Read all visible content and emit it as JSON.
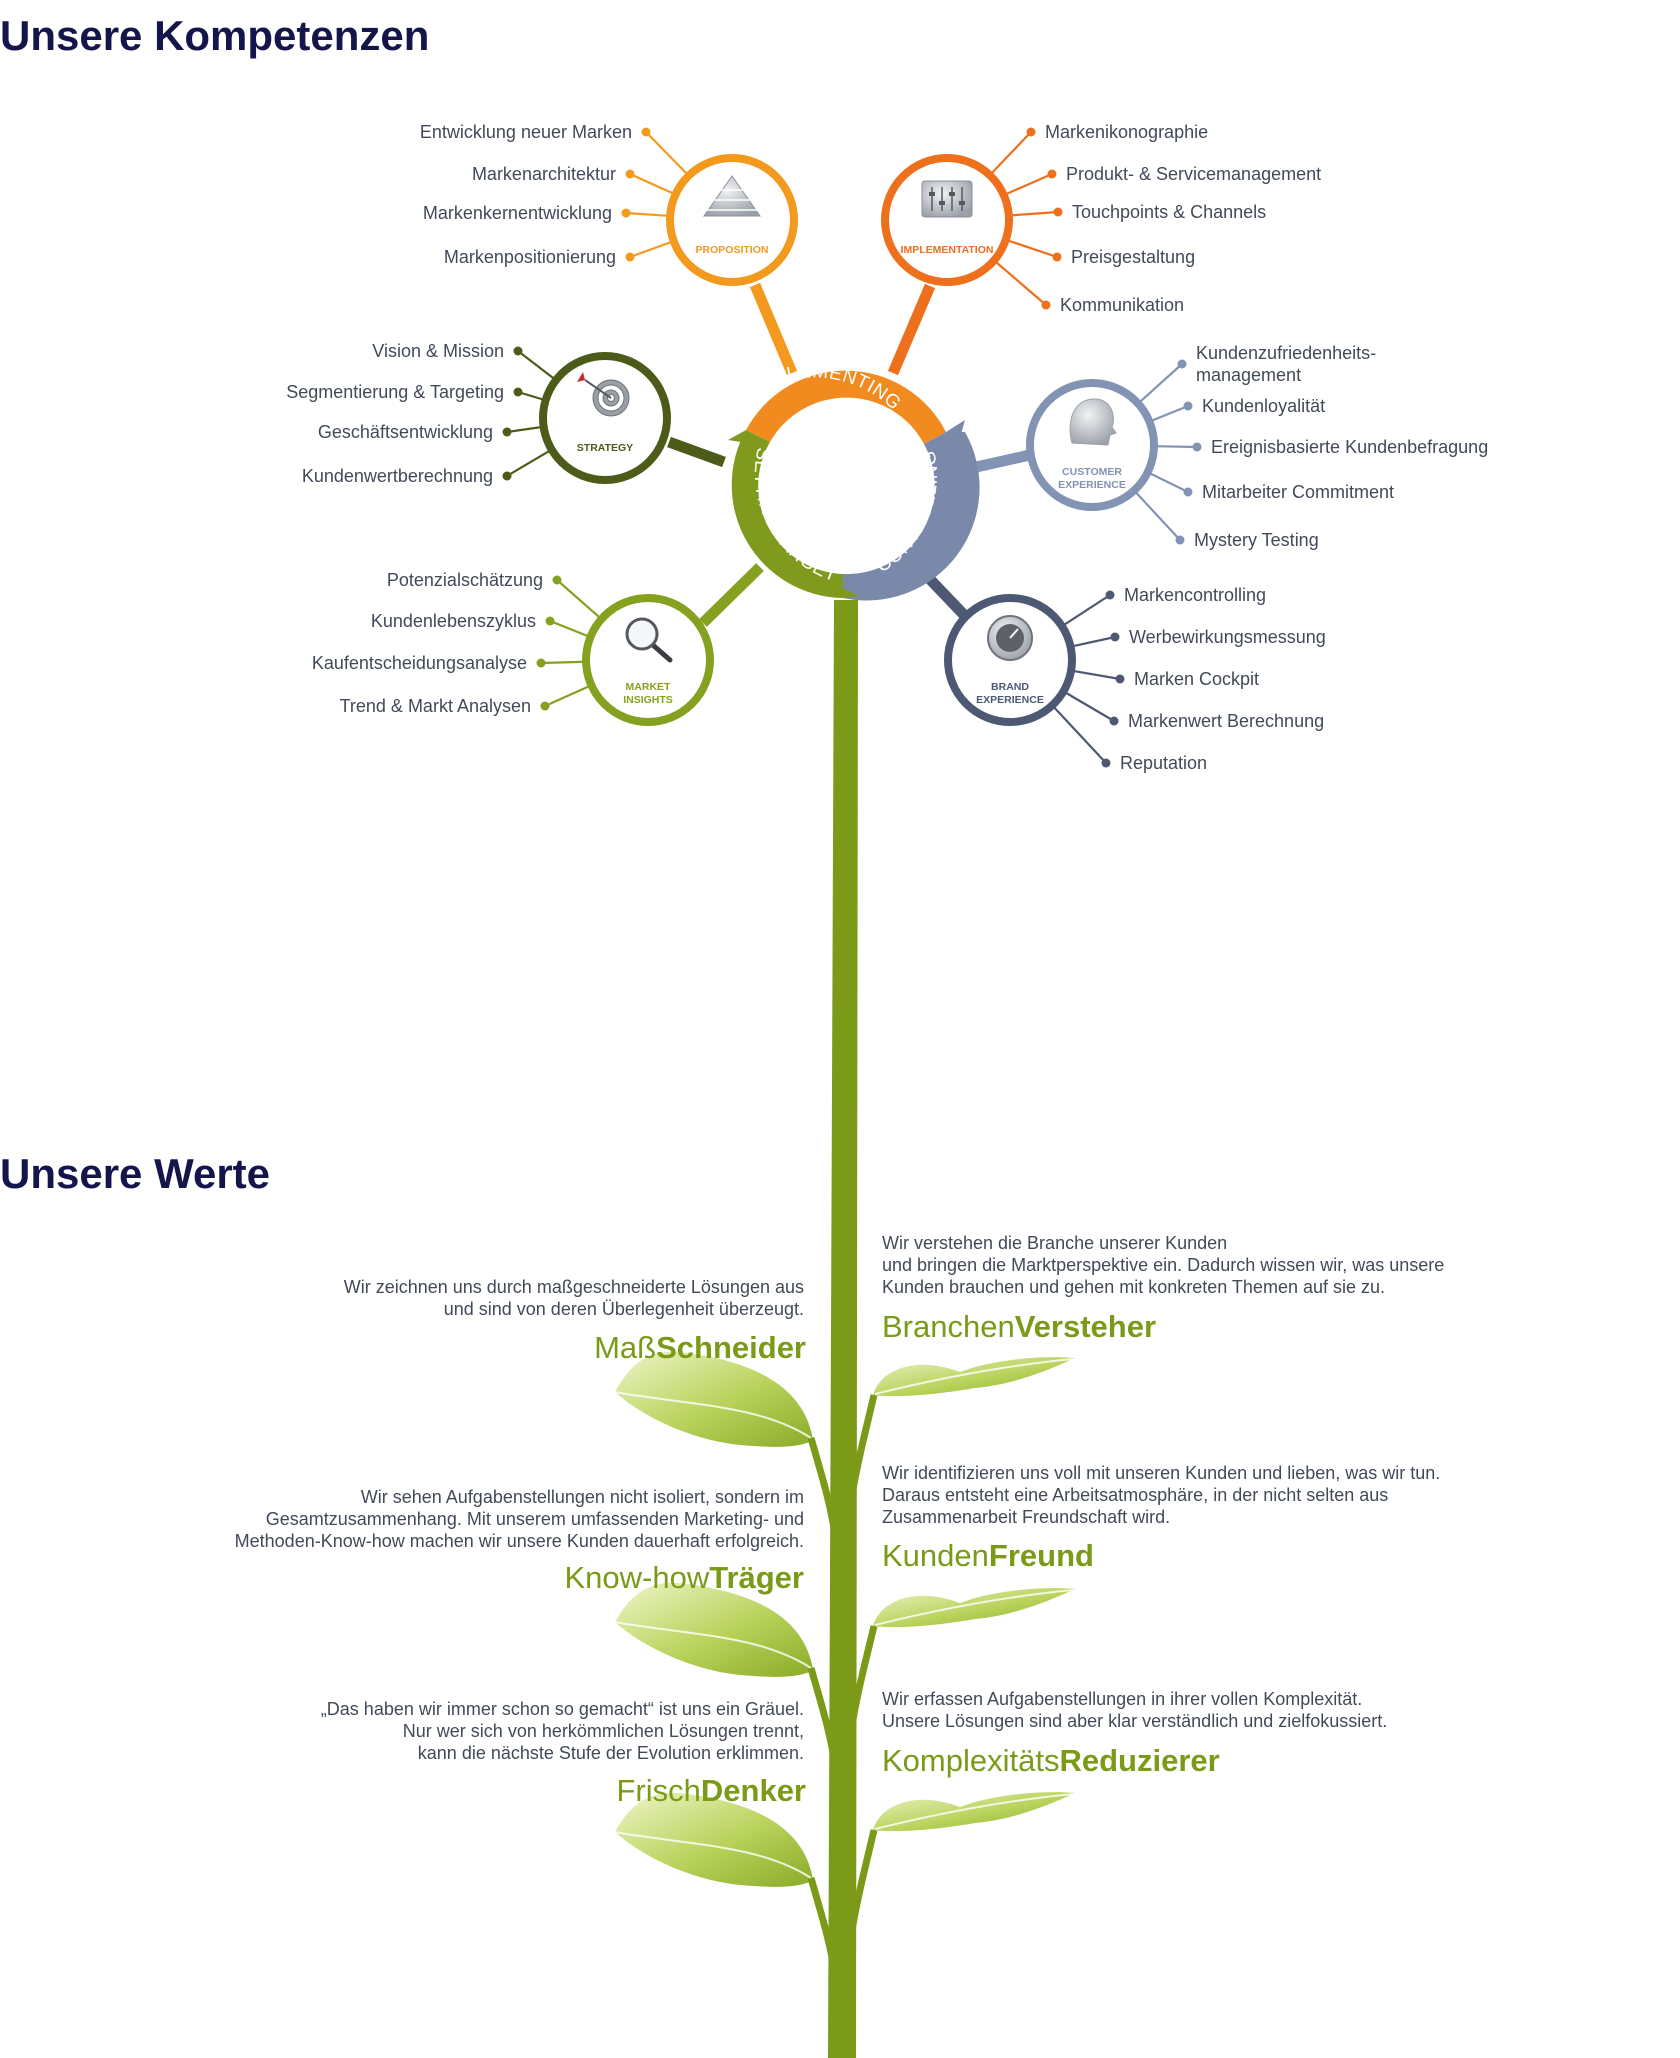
{
  "headings": {
    "kompetenzen": "Unsere Kompetenzen",
    "werte": "Unsere Werte"
  },
  "colors": {
    "heading": "#14154a",
    "text": "#424a58",
    "stem": "#7a9a18",
    "proposition": "#f39a1e",
    "implementation": "#ee6f1c",
    "strategy": "#4d5b19",
    "market_insights": "#86a020",
    "customer_experience": "#8393b4",
    "brand_experience": "#4d5873"
  },
  "center_ring": {
    "segments": [
      "IMPLEMENTING",
      "CONTROLLING",
      "SETTING TARGETS"
    ]
  },
  "hubs": {
    "proposition": {
      "label": [
        "PROPOSITION"
      ],
      "icon": "pyramid-icon",
      "items": [
        "Entwicklung neuer Marken",
        "Markenarchitektur",
        "Markenkernentwicklung",
        "Markenpositionierung"
      ]
    },
    "implementation": {
      "label": [
        "IMPLEMENTATION"
      ],
      "icon": "mixer-sliders-icon",
      "items": [
        "Markenikonographie",
        "Produkt- & Servicemanagement",
        "Touchpoints & Channels",
        "Preisgestaltung",
        "Kommunikation"
      ]
    },
    "strategy": {
      "label": [
        "STRATEGY"
      ],
      "icon": "target-icon",
      "items": [
        "Vision & Mission",
        "Segmentierung & Targeting",
        "Geschäftsentwicklung",
        "Kundenwertberechnung"
      ]
    },
    "customer_experience": {
      "label": [
        "CUSTOMER",
        "EXPERIENCE"
      ],
      "icon": "head-profile-icon",
      "items": [
        [
          "Kundenzufriedenheits-",
          "management"
        ],
        [
          "Kundenloyalität"
        ],
        [
          "Ereignisbasierte Kundenbefragung"
        ],
        [
          "Mitarbeiter Commitment"
        ],
        [
          "Mystery Testing"
        ]
      ]
    },
    "market_insights": {
      "label": [
        "MARKET",
        "INSIGHTS"
      ],
      "icon": "magnifier-icon",
      "items": [
        "Potenzialschätzung",
        "Kundenlebenszyklus",
        "Kaufentscheidungsanalyse",
        "Trend & Markt Analysen"
      ]
    },
    "brand_experience": {
      "label": [
        "BRAND",
        "EXPERIENCE"
      ],
      "icon": "gauge-icon",
      "items": [
        "Markencontrolling",
        "Werbewirkungsmessung",
        "Marken Cockpit",
        "Markenwert Berechnung",
        "Reputation"
      ]
    }
  },
  "werte": {
    "mass_schneider": {
      "text": "Wir zeichnen uns durch maßgeschneiderte Lösungen aus\nund sind von deren Überlegenheit überzeugt.",
      "title_light": "Maß",
      "title_bold": "Schneider"
    },
    "branchen_versteher": {
      "text": "Wir verstehen die Branche unserer Kunden\nund bringen die Marktperspektive ein. Dadurch wissen wir, was unsere\nKunden brauchen und gehen mit konkreten Themen auf sie zu.",
      "title_light": "Branchen",
      "title_bold": "Versteher"
    },
    "knowhow_traeger": {
      "text": "Wir sehen Aufgabenstellungen nicht isoliert, sondern im\nGesamtzusammenhang. Mit unserem umfassenden Marketing- und\nMethoden-Know-how machen wir unsere Kunden dauerhaft erfolgreich.",
      "title_light": "Know-how",
      "title_bold": "Träger"
    },
    "kunden_freund": {
      "text": "Wir identifizieren uns voll mit unseren Kunden und lieben, was wir tun.\nDaraus entsteht eine Arbeitsatmosphäre, in der nicht selten aus\nZusammenarbeit Freundschaft wird.",
      "title_light": "Kunden",
      "title_bold": "Freund"
    },
    "frisch_denker": {
      "text": "„Das haben wir immer schon so gemacht“ ist uns ein Gräuel.\nNur wer sich von herkömmlichen Lösungen trennt,\nkann die nächste Stufe der Evolution erklimmen.",
      "title_light": "Frisch",
      "title_bold": "Denker"
    },
    "komplexitaets_reduzierer": {
      "text": "Wir erfassen Aufgabenstellungen in ihrer vollen Komplexität.\nUnsere Lösungen sind aber klar verständlich und zielfokussiert.",
      "title_light": "Komplexitäts",
      "title_bold": "Reduzierer"
    }
  }
}
